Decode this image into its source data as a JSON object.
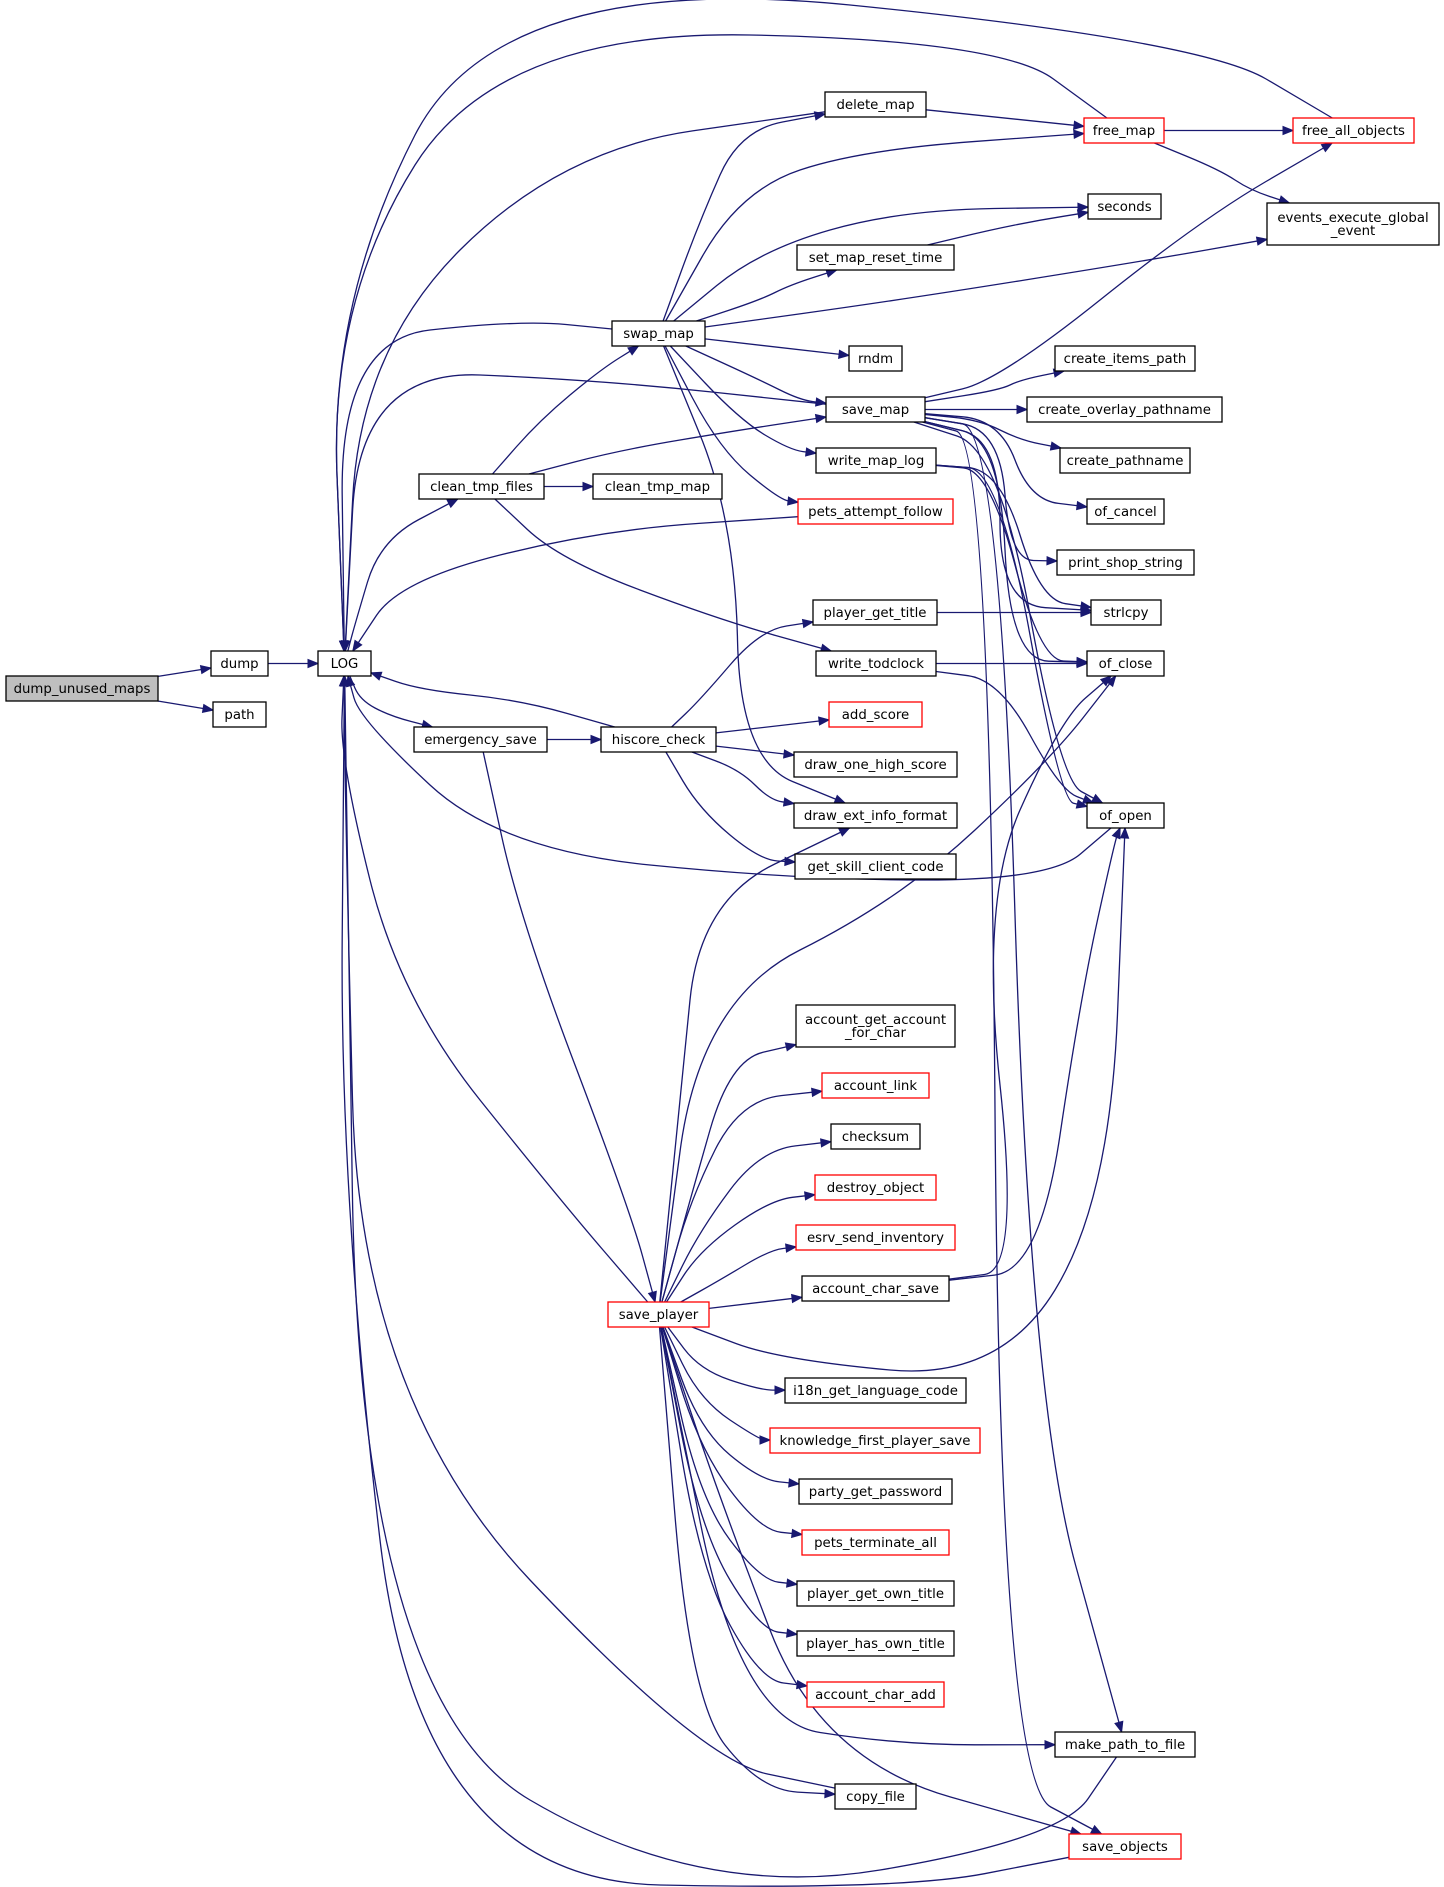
{
  "colors": {
    "edge": "#191970",
    "node_border_default": "#000000",
    "node_border_truncated": "#ff0000",
    "root_fill": "#bfbfbf",
    "node_fill": "#ffffff"
  },
  "nodes": [
    {
      "id": "dump_unused_maps",
      "lines": [
        "dump_unused_maps"
      ],
      "root": true
    },
    {
      "id": "dump",
      "lines": [
        "dump"
      ]
    },
    {
      "id": "path",
      "lines": [
        "path"
      ]
    },
    {
      "id": "LOG",
      "lines": [
        "LOG"
      ]
    },
    {
      "id": "clean_tmp_files",
      "lines": [
        "clean_tmp_files"
      ]
    },
    {
      "id": "emergency_save",
      "lines": [
        "emergency_save"
      ]
    },
    {
      "id": "swap_map",
      "lines": [
        "swap_map"
      ]
    },
    {
      "id": "clean_tmp_map",
      "lines": [
        "clean_tmp_map"
      ]
    },
    {
      "id": "hiscore_check",
      "lines": [
        "hiscore_check"
      ]
    },
    {
      "id": "save_player",
      "lines": [
        "save_player"
      ],
      "truncated": true
    },
    {
      "id": "delete_map",
      "lines": [
        "delete_map"
      ]
    },
    {
      "id": "set_map_reset_time",
      "lines": [
        "set_map_reset_time"
      ]
    },
    {
      "id": "rndm",
      "lines": [
        "rndm"
      ]
    },
    {
      "id": "save_map",
      "lines": [
        "save_map"
      ]
    },
    {
      "id": "write_map_log",
      "lines": [
        "write_map_log"
      ]
    },
    {
      "id": "pets_attempt_follow",
      "lines": [
        "pets_attempt_follow"
      ],
      "truncated": true
    },
    {
      "id": "player_get_title",
      "lines": [
        "player_get_title"
      ]
    },
    {
      "id": "write_todclock",
      "lines": [
        "write_todclock"
      ]
    },
    {
      "id": "add_score",
      "lines": [
        "add_score"
      ],
      "truncated": true
    },
    {
      "id": "draw_one_high_score",
      "lines": [
        "draw_one_high_score"
      ]
    },
    {
      "id": "draw_ext_info_format",
      "lines": [
        "draw_ext_info_format"
      ]
    },
    {
      "id": "get_skill_client_code",
      "lines": [
        "get_skill_client_code"
      ]
    },
    {
      "id": "account_get_account_for_char",
      "lines": [
        "account_get_account",
        "_for_char"
      ]
    },
    {
      "id": "account_link",
      "lines": [
        "account_link"
      ],
      "truncated": true
    },
    {
      "id": "checksum",
      "lines": [
        "checksum"
      ]
    },
    {
      "id": "destroy_object",
      "lines": [
        "destroy_object"
      ],
      "truncated": true
    },
    {
      "id": "esrv_send_inventory",
      "lines": [
        "esrv_send_inventory"
      ],
      "truncated": true
    },
    {
      "id": "account_char_save",
      "lines": [
        "account_char_save"
      ]
    },
    {
      "id": "i18n_get_language_code",
      "lines": [
        "i18n_get_language_code"
      ]
    },
    {
      "id": "knowledge_first_player_save",
      "lines": [
        "knowledge_first_player_save"
      ],
      "truncated": true
    },
    {
      "id": "party_get_password",
      "lines": [
        "party_get_password"
      ]
    },
    {
      "id": "pets_terminate_all",
      "lines": [
        "pets_terminate_all"
      ],
      "truncated": true
    },
    {
      "id": "player_get_own_title",
      "lines": [
        "player_get_own_title"
      ]
    },
    {
      "id": "player_has_own_title",
      "lines": [
        "player_has_own_title"
      ]
    },
    {
      "id": "account_char_add",
      "lines": [
        "account_char_add"
      ],
      "truncated": true
    },
    {
      "id": "copy_file",
      "lines": [
        "copy_file"
      ]
    },
    {
      "id": "free_map",
      "lines": [
        "free_map"
      ],
      "truncated": true
    },
    {
      "id": "seconds",
      "lines": [
        "seconds"
      ]
    },
    {
      "id": "create_items_path",
      "lines": [
        "create_items_path"
      ]
    },
    {
      "id": "create_overlay_pathname",
      "lines": [
        "create_overlay_pathname"
      ]
    },
    {
      "id": "create_pathname",
      "lines": [
        "create_pathname"
      ]
    },
    {
      "id": "of_cancel",
      "lines": [
        "of_cancel"
      ]
    },
    {
      "id": "print_shop_string",
      "lines": [
        "print_shop_string"
      ]
    },
    {
      "id": "strlcpy",
      "lines": [
        "strlcpy"
      ]
    },
    {
      "id": "of_close",
      "lines": [
        "of_close"
      ]
    },
    {
      "id": "of_open",
      "lines": [
        "of_open"
      ]
    },
    {
      "id": "make_path_to_file",
      "lines": [
        "make_path_to_file"
      ]
    },
    {
      "id": "save_objects",
      "lines": [
        "save_objects"
      ],
      "truncated": true
    },
    {
      "id": "free_all_objects",
      "lines": [
        "free_all_objects"
      ],
      "truncated": true
    },
    {
      "id": "events_execute_global_event",
      "lines": [
        "events_execute_global",
        "_event"
      ]
    }
  ]
}
